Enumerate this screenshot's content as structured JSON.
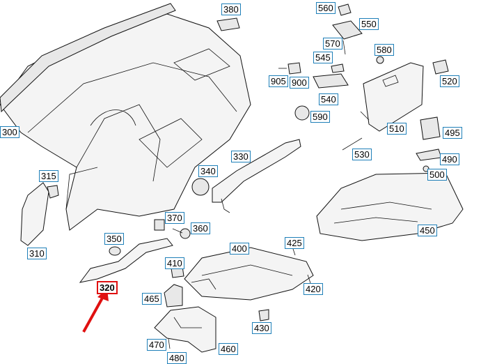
{
  "diagram": {
    "highlight_color": "#e01010",
    "label_border_color": "#1e7fb8",
    "callouts": {
      "c300": "300",
      "c310": "310",
      "c315": "315",
      "c320": "320",
      "c330": "330",
      "c340": "340",
      "c350": "350",
      "c360": "360",
      "c370": "370",
      "c380": "380",
      "c400": "400",
      "c410": "410",
      "c420": "420",
      "c425": "425",
      "c430": "430",
      "c450": "450",
      "c460": "460",
      "c465": "465",
      "c470": "470",
      "c480": "480",
      "c490": "490",
      "c495": "495",
      "c500": "500",
      "c510": "510",
      "c520": "520",
      "c530": "530",
      "c540": "540",
      "c545": "545",
      "c550": "550",
      "c560": "560",
      "c570": "570",
      "c580": "580",
      "c590": "590",
      "c900": "900",
      "c905": "905"
    },
    "highlighted_callout": "320"
  }
}
